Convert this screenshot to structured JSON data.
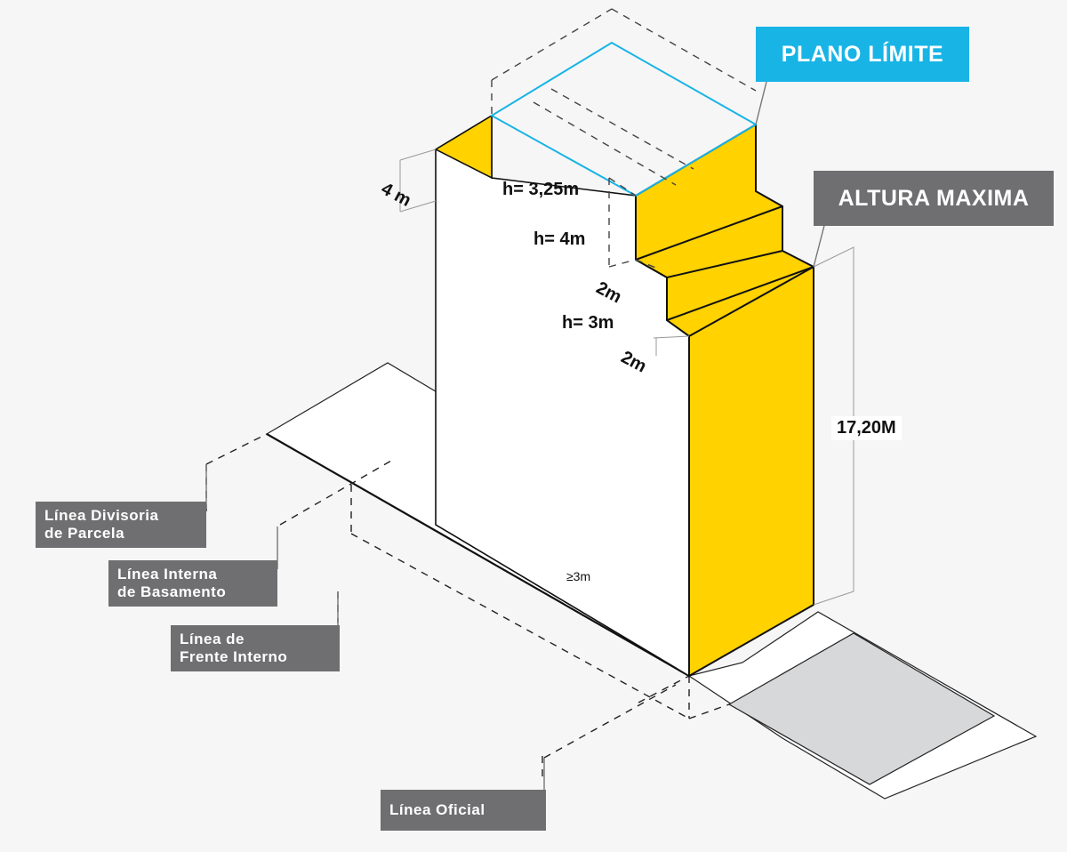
{
  "labels": {
    "plano_limite": "PLANO LÍMITE",
    "altura_maxima": "ALTURA MAXIMA",
    "height_total": "17,20M",
    "h_top": "h= 3,25m",
    "h_mid": "h= 4m",
    "h_low": "h= 3m",
    "setback_upper": "2m",
    "setback_lower": "2m",
    "side_depth": "4 m",
    "ground_setback": "≥3m",
    "linea_divisoria": [
      "Línea Divisoria",
      "de Parcela"
    ],
    "linea_interna": [
      "Línea Interna",
      "de Basamento"
    ],
    "linea_frente": [
      "Línea de",
      "Frente Interno"
    ],
    "linea_oficial": "Línea Oficial"
  },
  "colors": {
    "volume_fill": "#ffd200",
    "plano_limite_line": "#18b4e6",
    "callout_blue": "#18b4e6",
    "callout_grey": "#6f6f71",
    "sidewalk": "#d7d8da"
  }
}
